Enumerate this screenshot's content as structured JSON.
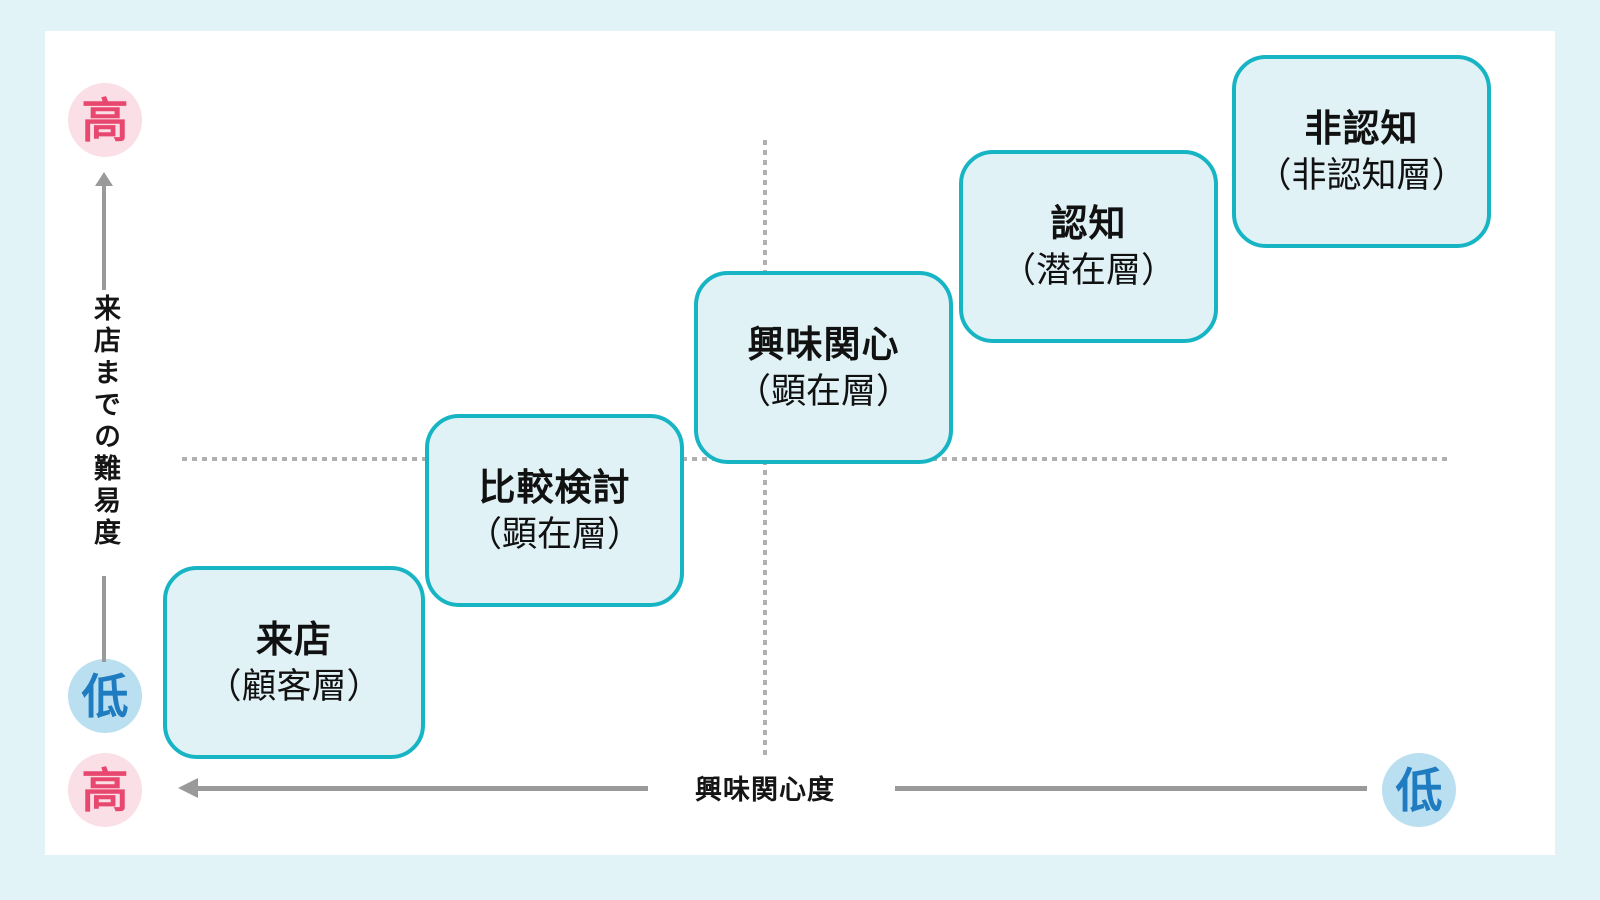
{
  "diagram": {
    "title_present": false,
    "colors": {
      "background": "#e2f3f7",
      "panel": "#ffffff",
      "box_fill": "#e0f2f6",
      "box_border": "#17b4c4",
      "high_badge_bg": "#fadfe6",
      "high_badge_text": "#e8486f",
      "low_badge_bg": "#b9dff0",
      "low_badge_text": "#1f7cc0",
      "axis_line": "#9a9a9a",
      "guide_line": "#b0b0b0",
      "text": "#111111"
    },
    "y_axis": {
      "label": "来店までの難易度",
      "high_badge": "高",
      "low_badge": "低",
      "direction": "up"
    },
    "x_axis": {
      "label": "興味関心度",
      "high_badge": "高",
      "low_badge": "低",
      "direction": "left"
    },
    "boxes": [
      {
        "line1": "来店",
        "line2": "（顧客層）"
      },
      {
        "line1": "比較検討",
        "line2": "（顕在層）"
      },
      {
        "line1": "興味関心",
        "line2": "（顕在層）"
      },
      {
        "line1": "認知",
        "line2": "（潜在層）"
      },
      {
        "line1": "非認知",
        "line2": "（非認知層）"
      }
    ]
  },
  "chart_data": {
    "type": "scatter",
    "title": "",
    "xlabel": "興味関心度",
    "ylabel": "来店までの難易度",
    "xlim_labels": [
      "高",
      "低"
    ],
    "ylim_labels": [
      "低",
      "高"
    ],
    "x_direction": "decreasing-left-to-right (high on left, low on right)",
    "y_direction": "increasing-bottom-to-top (low at bottom, high at top)",
    "grid": "dotted quadrant crosshair",
    "legend": "none",
    "categories": [
      "来店（顧客層）",
      "比較検討（顕在層）",
      "興味関心（顕在層）",
      "認知（潜在層）",
      "非認知（非認知層）"
    ],
    "points": [
      {
        "label": "来店（顧客層）",
        "interest": 5,
        "difficulty": 1
      },
      {
        "label": "比較検討（顕在層）",
        "interest": 4,
        "difficulty": 2
      },
      {
        "label": "興味関心（顕在層）",
        "interest": 3,
        "difficulty": 3
      },
      {
        "label": "認知（潜在層）",
        "interest": 2,
        "difficulty": 4
      },
      {
        "label": "非認知（非認知層）",
        "interest": 1,
        "difficulty": 5
      }
    ],
    "annotations": [
      "staircase arrangement ascending to the right"
    ]
  }
}
